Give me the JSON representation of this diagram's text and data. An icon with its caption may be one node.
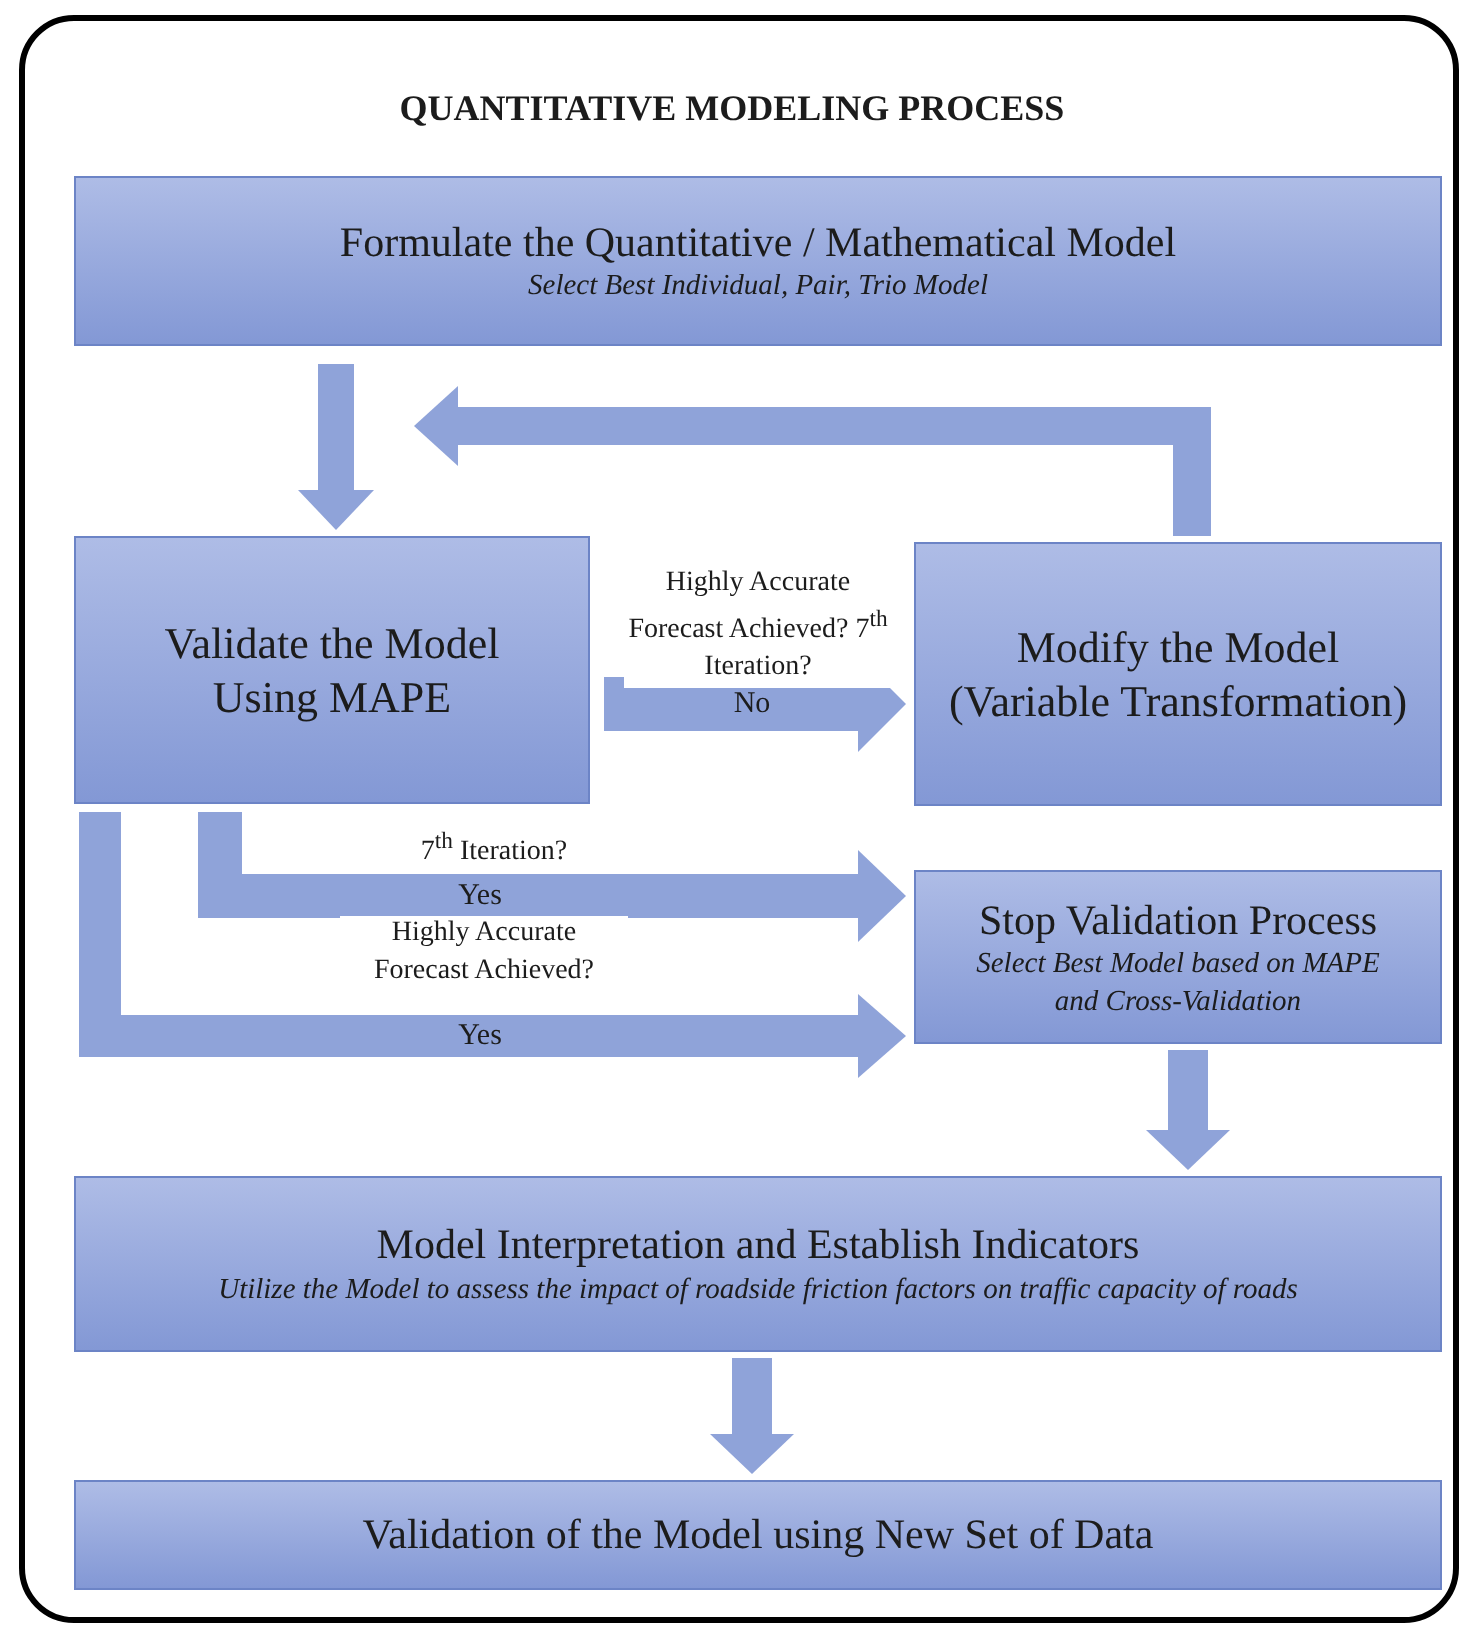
{
  "diagram": {
    "title": "QUANTITATIVE MODELING PROCESS",
    "nodes": [
      {
        "text": [
          "Formulate the Quantitative / Mathematical Model",
          "Select Best Individual, Pair, Trio Model"
        ]
      },
      {
        "text": [
          "Validate the Model Using MAPE"
        ]
      },
      {
        "text": [
          "Modify the Model (Variable Transformation)"
        ]
      },
      {
        "text": [
          "Stop Validation Process",
          "Select Best Model based on MAPE and Cross-Validation"
        ]
      },
      {
        "text": [
          "Model Interpretation and Establish Indicators",
          "Utilize the Model to assess the impact of roadside friction factors on traffic capacity of roads"
        ]
      },
      {
        "text": [
          "Validation of the Model using New Set of Data"
        ]
      }
    ],
    "edges": [
      {
        "from": 0,
        "to": 1,
        "arrow": "to"
      },
      {
        "from": 2,
        "to": 1,
        "arrow": "to"
      },
      {
        "from": 1,
        "to": 2,
        "arrow": "to",
        "label": "Highly Accurate Forecast Achieved? 7$^{th}$ Iteration?"
      },
      {
        "from": 1,
        "to": 3,
        "arrow": "to",
        "label": "7$^{th}$ Iteration?"
      },
      {
        "from": 1,
        "to": 3,
        "arrow": "to",
        "label": "Highly Accurate Forecast Achieved?"
      },
      {
        "from": 3,
        "to": 4,
        "arrow": "to"
      },
      {
        "from": 4,
        "to": 5,
        "arrow": "to"
      }
    ],
    "labels": [
      "No",
      "Yes",
      "Yes"
    ]
  }
}
